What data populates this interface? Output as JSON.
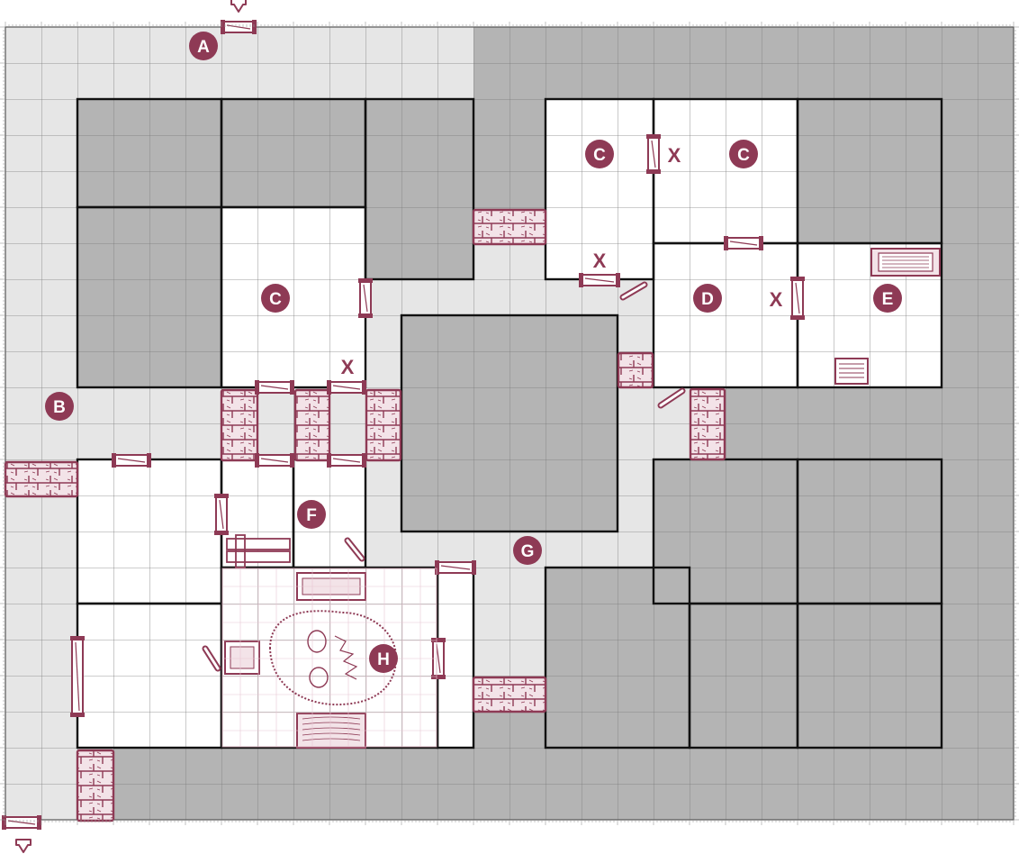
{
  "colors": {
    "accent": "#8e3a55",
    "accent_light": "#f3e3e8",
    "corridor": "#e6e6e6",
    "solid": "#b4b4b4",
    "room": "#ffffff",
    "grid_line": "#7c7c7c",
    "wall": "#111111"
  },
  "map": {
    "grid": {
      "cols": 28,
      "rows": 22
    },
    "markers": [
      {
        "id": "A",
        "label": "A"
      },
      {
        "id": "B",
        "label": "B"
      },
      {
        "id": "C1",
        "label": "C"
      },
      {
        "id": "C2",
        "label": "C"
      },
      {
        "id": "C3",
        "label": "C"
      },
      {
        "id": "D",
        "label": "D"
      },
      {
        "id": "E",
        "label": "E"
      },
      {
        "id": "F",
        "label": "F"
      },
      {
        "id": "G",
        "label": "G"
      },
      {
        "id": "H",
        "label": "H"
      }
    ],
    "x_marks": [
      {
        "id": "x1",
        "label": "X"
      },
      {
        "id": "x2",
        "label": "X"
      },
      {
        "id": "x3",
        "label": "X"
      },
      {
        "id": "x4",
        "label": "X"
      }
    ],
    "icons": {
      "entry": "entry-arrow-icon",
      "door": "door-icon",
      "secret_door": "secret-door-icon",
      "stone_wall": "stone-wall-icon",
      "trapdoor": "open-door-icon",
      "bed": "bed-icon",
      "table": "table-icon",
      "bench": "bench-icon",
      "chest": "chest-icon",
      "skull_rug": "skull-rug-icon"
    }
  }
}
